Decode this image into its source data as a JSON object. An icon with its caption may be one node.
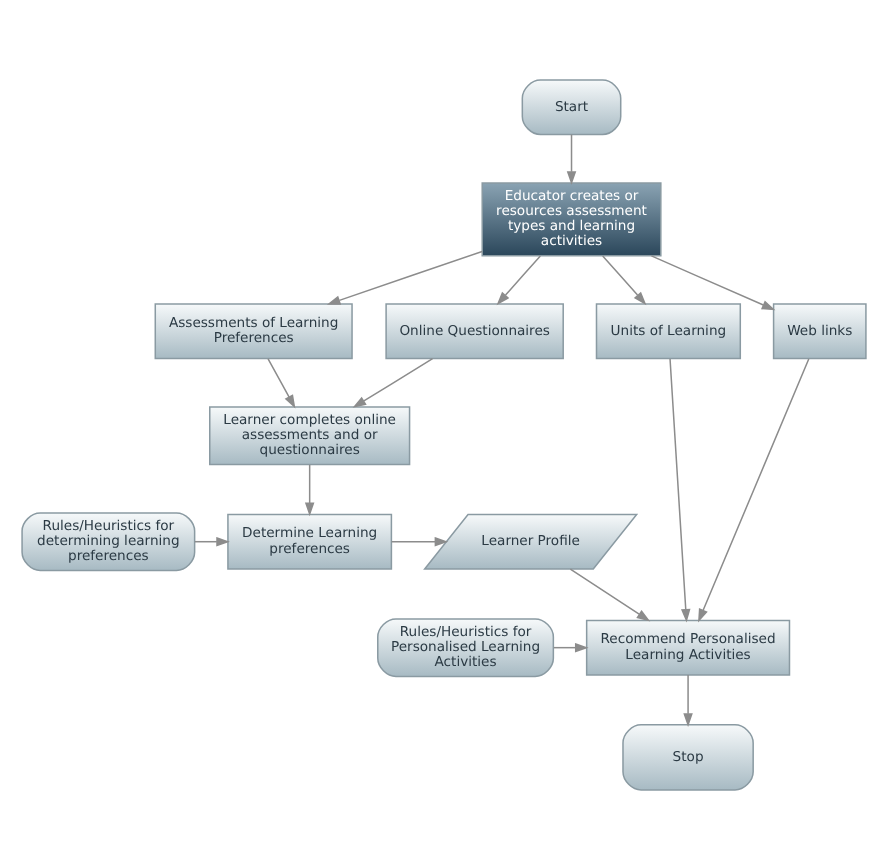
{
  "diagram": {
    "nodes": [
      {
        "text": [
          "Start"
        ]
      },
      {
        "text": [
          "Educator creates or resources assessment types and learning activities"
        ]
      },
      {
        "text": [
          "Assessments of Learning Preferences"
        ]
      },
      {
        "text": [
          "Online Questionnaires"
        ]
      },
      {
        "text": [
          "Units of Learning"
        ]
      },
      {
        "text": [
          "Web links"
        ]
      },
      {
        "text": [
          "Learner completes online assessments and or questionnaires"
        ]
      },
      {
        "text": [
          "Rules/Heuristics for determining learning preferences"
        ]
      },
      {
        "text": [
          "Determine Learning preferences"
        ]
      },
      {
        "text": [
          "Learner Profile"
        ]
      },
      {
        "text": [
          "Rules/Heuristics for Personalised Learning Activities"
        ]
      },
      {
        "text": [
          "Recommend Personalised Learning Activities"
        ]
      },
      {
        "text": [
          "Stop"
        ]
      }
    ],
    "edges": [
      {
        "from": 0,
        "to": 1,
        "arrow": "to"
      },
      {
        "from": 1,
        "to": 2,
        "arrow": "to"
      },
      {
        "from": 1,
        "to": 3,
        "arrow": "to"
      },
      {
        "from": 1,
        "to": 4,
        "arrow": "to"
      },
      {
        "from": 1,
        "to": 5,
        "arrow": "to"
      },
      {
        "from": 2,
        "to": 6,
        "arrow": "to"
      },
      {
        "from": 3,
        "to": 6,
        "arrow": "to"
      },
      {
        "from": 6,
        "to": 8,
        "arrow": "to"
      },
      {
        "from": 7,
        "to": 8,
        "arrow": "to"
      },
      {
        "from": 8,
        "to": 9,
        "arrow": "to"
      },
      {
        "from": 9,
        "to": 11,
        "arrow": "to"
      },
      {
        "from": 4,
        "to": 11,
        "arrow": "to"
      },
      {
        "from": 5,
        "to": 11,
        "arrow": "to"
      },
      {
        "from": 10,
        "to": 11,
        "arrow": "to"
      },
      {
        "from": 11,
        "to": 12,
        "arrow": "to"
      }
    ]
  }
}
